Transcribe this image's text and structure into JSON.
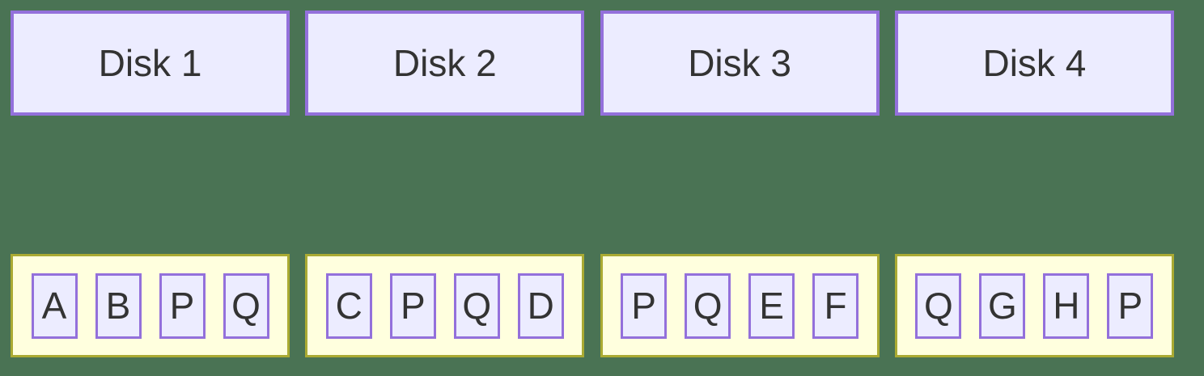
{
  "colors": {
    "background": "#4A7354",
    "disk_fill": "#ECECFF",
    "disk_border": "#9370DB",
    "group_fill": "#FFFFDE",
    "group_border": "#AAAA33",
    "block_fill": "#ECECFF",
    "block_border": "#9370DB",
    "text": "#333333"
  },
  "disks": [
    {
      "label": "Disk 1",
      "blocks": [
        "A",
        "B",
        "P",
        "Q"
      ]
    },
    {
      "label": "Disk 2",
      "blocks": [
        "C",
        "P",
        "Q",
        "D"
      ]
    },
    {
      "label": "Disk 3",
      "blocks": [
        "P",
        "Q",
        "E",
        "F"
      ]
    },
    {
      "label": "Disk 4",
      "blocks": [
        "Q",
        "G",
        "H",
        "P"
      ]
    }
  ]
}
